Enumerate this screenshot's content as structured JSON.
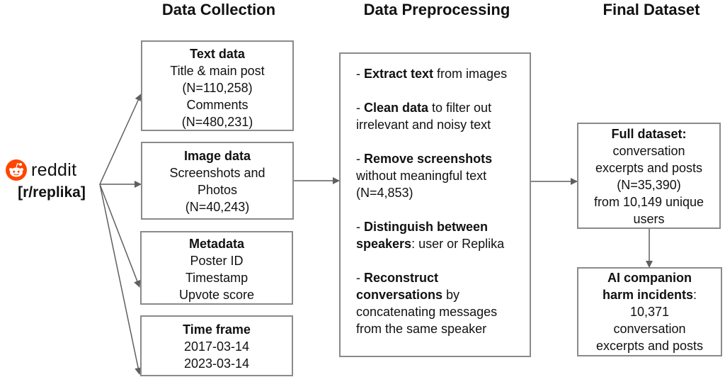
{
  "stages": {
    "collection": "Data Collection",
    "preprocessing": "Data Preprocessing",
    "final": "Final Dataset"
  },
  "source": {
    "platform": "reddit",
    "subreddit": "[r/replika]",
    "logo_color": "#ff4500"
  },
  "collection_boxes": [
    {
      "title": "Text data",
      "lines": [
        "Title & main post",
        "(N=110,258)",
        "Comments",
        "(N=480,231)"
      ]
    },
    {
      "title": "Image data",
      "lines": [
        "Screenshots and",
        "Photos",
        "(N=40,243)"
      ]
    },
    {
      "title": "Metadata",
      "lines": [
        "Poster ID",
        "Timestamp",
        "Upvote score"
      ]
    },
    {
      "title": "Time frame",
      "lines": [
        "2017-03-14",
        "2023-03-14"
      ]
    }
  ],
  "preprocessing_steps": [
    {
      "prefix": "- ",
      "bold": "Extract text",
      "rest": " from images"
    },
    {
      "prefix": "- ",
      "bold": "Clean data",
      "rest": " to filter out irrelevant and noisy text"
    },
    {
      "prefix": "- ",
      "bold": "Remove screenshots",
      "rest": " without meaningful text (N=4,853)"
    },
    {
      "prefix": "- ",
      "bold": "Distinguish between speakers",
      "rest": ": user or Replika"
    },
    {
      "prefix": "- ",
      "bold": "Reconstruct conversations",
      "rest": " by concatenating messages from the same speaker"
    }
  ],
  "final_boxes": {
    "full": {
      "title": "Full dataset:",
      "lines": [
        "conversation",
        "excerpts and posts",
        "(N=35,390)",
        "from 10,149 unique",
        "users"
      ]
    },
    "harm": {
      "title_lines": [
        "AI companion",
        "harm incidents"
      ],
      "title_suffix": ":",
      "lines": [
        "10,371",
        "conversation",
        "excerpts and posts"
      ]
    }
  },
  "colors": {
    "border": "#8a8a8a",
    "arrow": "#5f5f5f",
    "text": "#111111"
  }
}
